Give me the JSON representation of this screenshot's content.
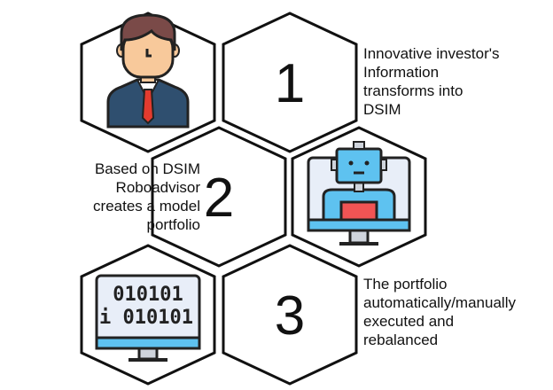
{
  "steps": [
    {
      "number": "1",
      "lines": [
        "Innovative investor's",
        "Information",
        "transforms into",
        "DSIM"
      ],
      "icon": "investor-avatar-icon"
    },
    {
      "number": "2",
      "lines": [
        "Based on DSIM",
        "Roboadvisor",
        "creates a model",
        "portfolio"
      ],
      "icon": "robot-monitor-icon"
    },
    {
      "number": "3",
      "lines": [
        "The portfolio",
        "automatically/manually",
        "executed and",
        "rebalanced"
      ],
      "icon": "binary-monitor-icon"
    }
  ],
  "binary_rows": [
    "010101",
    "i 010101"
  ],
  "colors": {
    "hair": "#7a4a48",
    "skin": "#f8c99b",
    "suit": "#2f4f6f",
    "tie": "#e33b2e",
    "robot": "#5ec2f0",
    "robot_chest": "#f05454",
    "screen": "#e8eef8",
    "stand": "#cfd4dc"
  }
}
